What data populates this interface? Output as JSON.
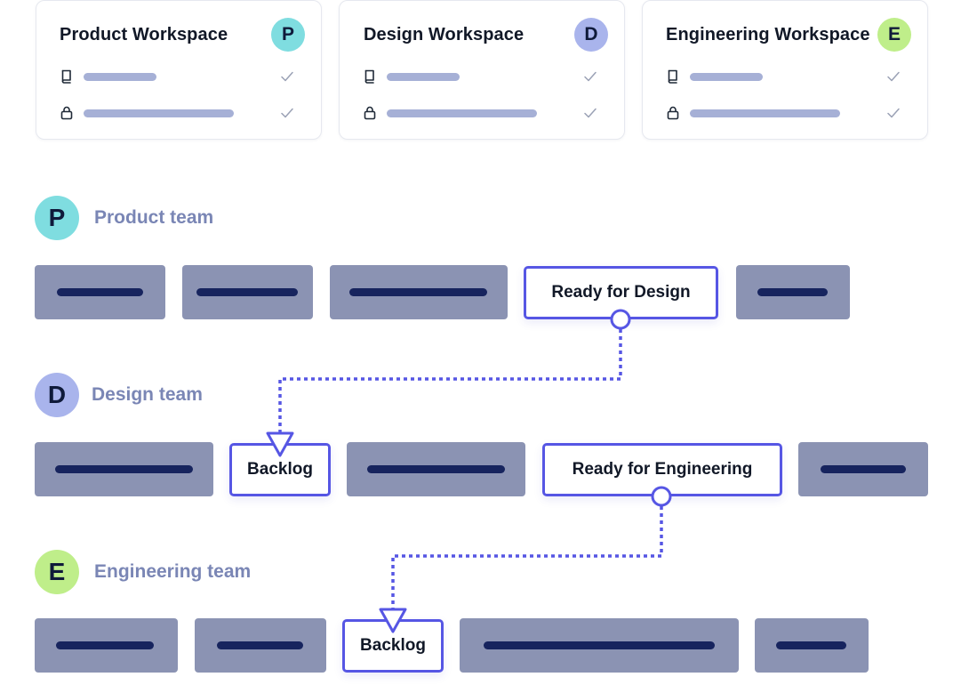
{
  "workspaces": [
    {
      "title": "Product Workspace",
      "avatar_letter": "P",
      "avatar_color": "#7fdde0"
    },
    {
      "title": "Design Workspace",
      "avatar_letter": "D",
      "avatar_color": "#a9b4ec"
    },
    {
      "title": "Engineering Workspace",
      "avatar_letter": "E",
      "avatar_color": "#bfee8a"
    }
  ],
  "teams": [
    {
      "name": "Product team",
      "avatar_letter": "P",
      "avatar_color": "#7fdde0"
    },
    {
      "name": "Design team",
      "avatar_letter": "D",
      "avatar_color": "#a9b4ec"
    },
    {
      "name": "Engineering team",
      "avatar_letter": "E",
      "avatar_color": "#bfee8a"
    }
  ],
  "statuses": {
    "product_ready_for_design": "Ready for Design",
    "design_backlog": "Backlog",
    "design_ready_for_engineering": "Ready for Engineering",
    "engineering_backlog": "Backlog"
  },
  "colors": {
    "accent": "#5656e4",
    "block": "#8b93b3",
    "block_bar": "#17245e",
    "team_label": "#7a86b5"
  },
  "icons": {
    "row1": "book-icon",
    "row2": "lock-icon",
    "check": "check-icon"
  }
}
